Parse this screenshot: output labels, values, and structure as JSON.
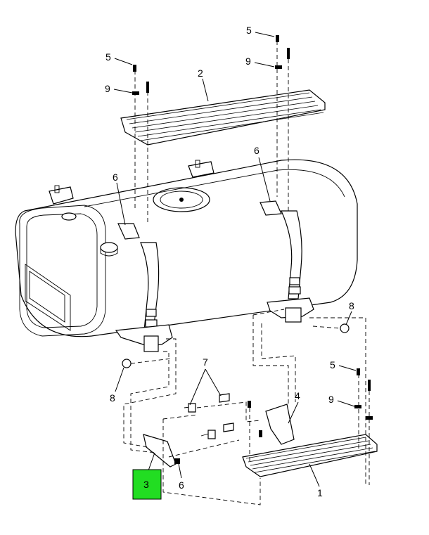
{
  "callouts": {
    "c1": "1",
    "c2": "2",
    "c3": "3",
    "c4": "4",
    "c5a": "5",
    "c5b": "5",
    "c5c": "5",
    "c6a": "6",
    "c6b": "6",
    "c6c": "6",
    "c7": "7",
    "c8a": "8",
    "c8b": "8",
    "c9a": "9",
    "c9b": "9",
    "c9c": "9"
  },
  "highlight": {
    "label": "3",
    "color": "#22dd22"
  }
}
